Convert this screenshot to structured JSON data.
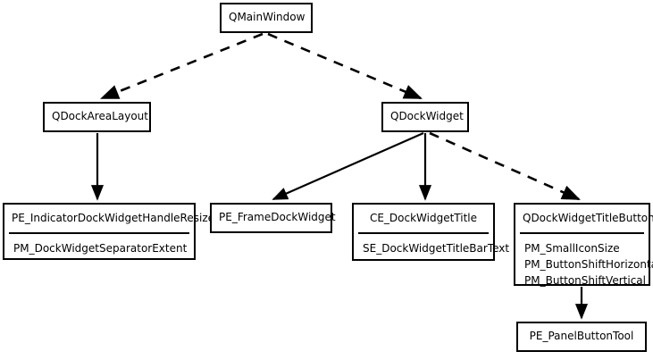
{
  "diagram": {
    "type": "uml-style-element-graph",
    "background_color": "#ffffff",
    "line_color": "#000000",
    "nodes": [
      {
        "id": "qmainwindow",
        "title": "QMainWindow",
        "members": []
      },
      {
        "id": "qdockarealayout",
        "title": "QDockAreaLayout",
        "members": []
      },
      {
        "id": "qdockwidget",
        "title": "QDockWidget",
        "members": []
      },
      {
        "id": "pe-indicator",
        "title": "PE_IndicatorDockWidgetHandleResize",
        "members": [
          "PM_DockWidgetSeparatorExtent"
        ]
      },
      {
        "id": "pe-framedockwidget",
        "title": "PE_FrameDockWidget",
        "members": []
      },
      {
        "id": "ce-dockwidgettitle",
        "title": "CE_DockWidgetTitle",
        "members": [
          "SE_DockWidgetTitleBarText"
        ]
      },
      {
        "id": "qdockwidgettitlebutton",
        "title": "QDockWidgetTitleButton",
        "members": [
          "PM_SmallIconSize",
          "PM_ButtonShiftHorizontal",
          "PM_ButtonShiftVertical"
        ]
      },
      {
        "id": "pe-panelbuttontool",
        "title": "PE_PanelButtonTool",
        "members": []
      }
    ],
    "edges": [
      {
        "from": "qmainwindow",
        "to": "qdockarealayout",
        "style": "dashed",
        "arrow": "filled"
      },
      {
        "from": "qmainwindow",
        "to": "qdockwidget",
        "style": "dashed",
        "arrow": "filled"
      },
      {
        "from": "qdockarealayout",
        "to": "pe-indicator",
        "style": "solid",
        "arrow": "filled"
      },
      {
        "from": "qdockwidget",
        "to": "pe-framedockwidget",
        "style": "solid",
        "arrow": "filled"
      },
      {
        "from": "qdockwidget",
        "to": "ce-dockwidgettitle",
        "style": "solid",
        "arrow": "filled"
      },
      {
        "from": "qdockwidget",
        "to": "qdockwidgettitlebutton",
        "style": "dashed",
        "arrow": "filled"
      },
      {
        "from": "qdockwidgettitlebutton",
        "to": "pe-panelbuttontool",
        "style": "solid",
        "arrow": "filled"
      }
    ]
  }
}
